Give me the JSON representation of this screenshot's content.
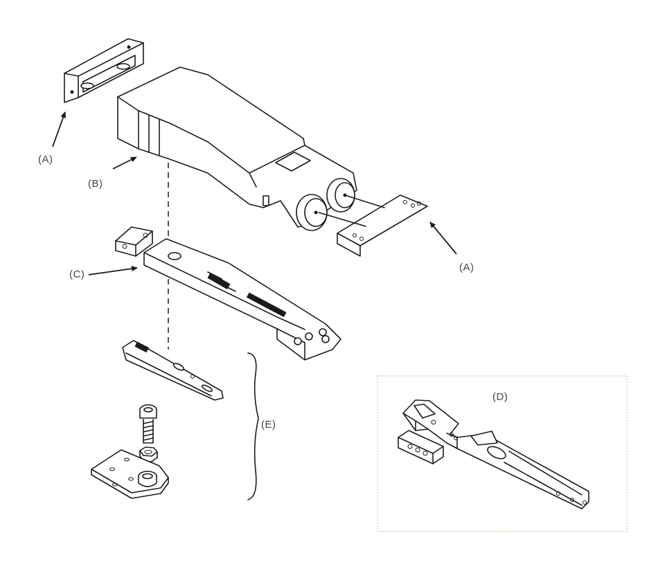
{
  "labels": {
    "a_top": "(A)",
    "b": "(B)",
    "a_right": "(A)",
    "c": "(C)",
    "d": "(D)",
    "e": "(E)"
  },
  "colors": {
    "line": "#1a1a1a",
    "label": "#444444",
    "inset_border": "#d9c9a8"
  }
}
